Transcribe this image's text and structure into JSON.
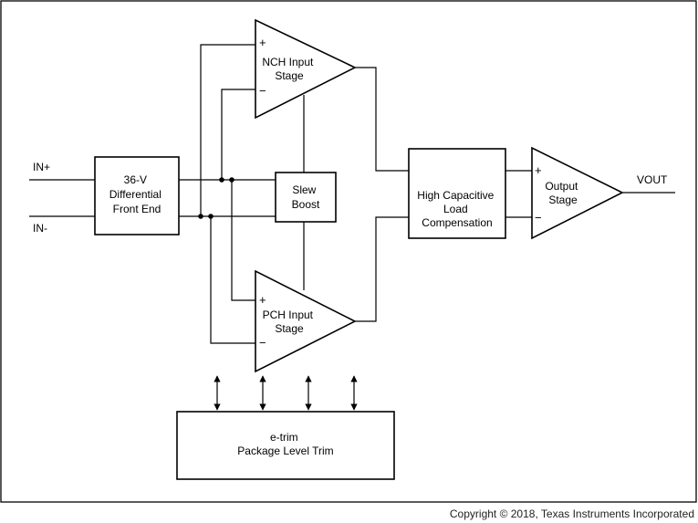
{
  "inputs": {
    "in_plus": "IN+",
    "in_minus": "IN-"
  },
  "blocks": {
    "front_end": [
      "36-V",
      "Differential",
      "Front End"
    ],
    "nch_stage": [
      "NCH Input",
      "Stage"
    ],
    "pch_stage": [
      "PCH Input",
      "Stage"
    ],
    "slew_boost": [
      "Slew",
      "Boost"
    ],
    "compensation": [
      "High Capacitive",
      "Load",
      "Compensation"
    ],
    "output_stage": [
      "Output",
      "Stage"
    ],
    "etrim": [
      "e-trim",
      "Package Level Trim"
    ]
  },
  "signs": {
    "plus": "+",
    "minus": "−"
  },
  "output": {
    "vout": "VOUT"
  },
  "copyright": "Copyright © 2018, Texas Instruments Incorporated"
}
